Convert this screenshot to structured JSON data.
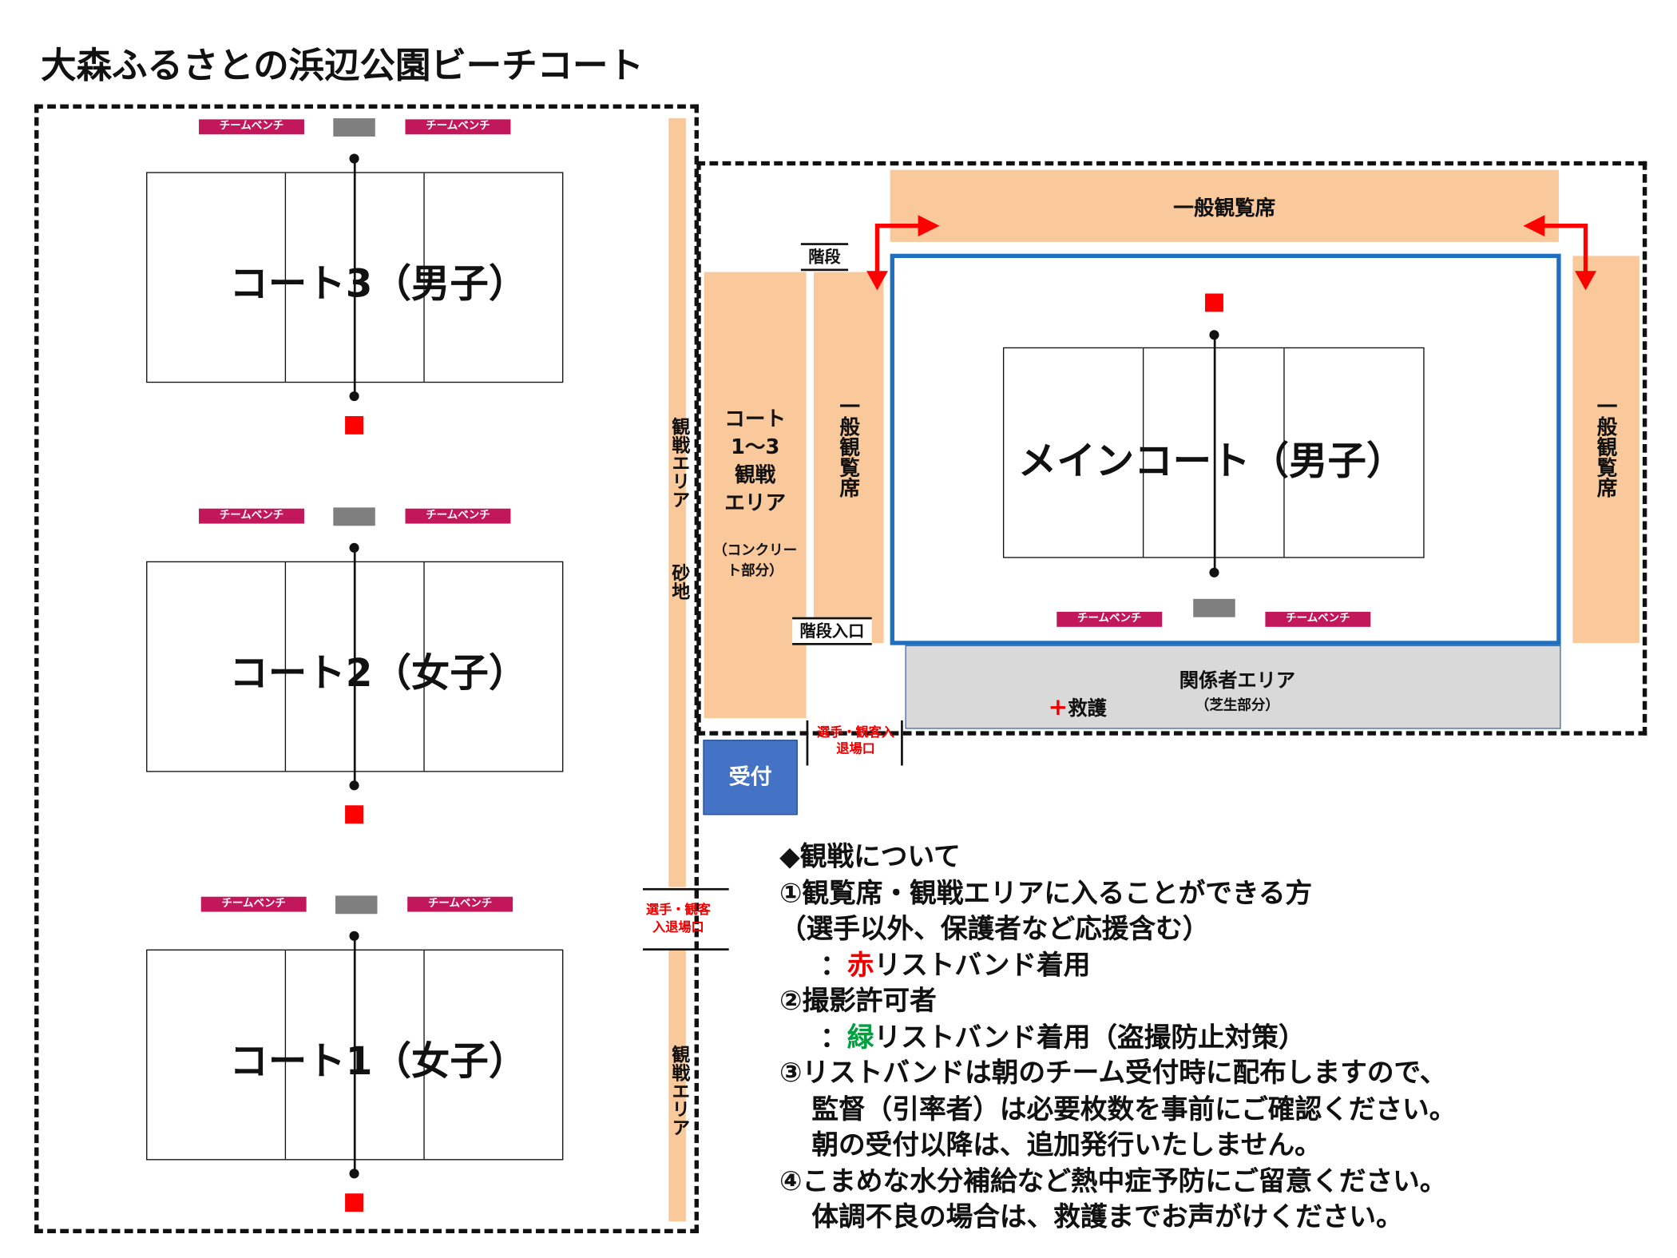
{
  "title": "大森ふるさとの浜辺公園ビーチコート",
  "team_bench": "チームベンチ",
  "courts": [
    {
      "label": "コート3（男子）"
    },
    {
      "label": "コート2（女子）"
    },
    {
      "label": "コート1（女子）"
    }
  ],
  "main_court": {
    "label": "メインコート（男子）"
  },
  "areas": {
    "sand_viewing": "観戦エリア",
    "sand": "砂地",
    "sand_viewing_lower": "観戦エリア",
    "entrance": "選手・観客入退場口",
    "entrance_left": "選手・観客入退場口",
    "court_viewing_1": "コート",
    "court_viewing_2": "1〜3",
    "court_viewing_3": "観戦",
    "court_viewing_4": "エリア",
    "concrete": "（コンクリート部分）",
    "general_seats_top": "一般観覧席",
    "general_seats_left": "一般観覧席",
    "general_seats_right": "一般観覧席",
    "stairs": "階段",
    "stairs_entrance": "階段入口",
    "staff_area": "関係者エリア",
    "lawn": "（芝生部分）",
    "first_aid": "救護",
    "reception": "受付"
  },
  "notes": {
    "heading": "◆観戦について",
    "l1": "①観覧席・観戦エリアに入ることができる方",
    "l2": "（選手以外、保護者など応援含む）",
    "l3_pre": "：",
    "l3_color": "赤",
    "l3_post": "リストバンド着用",
    "l4": "②撮影許可者",
    "l5_pre": "：",
    "l5_color": "緑",
    "l5_post": "リストバンド着用（盗撮防止対策）",
    "l6": "③リストバンドは朝のチーム受付時に配布しますので、",
    "l7": "監督（引率者）は必要枚数を事前にご確認ください。",
    "l8": "朝の受付以降は、追加発行いたしません。",
    "l9": "④こまめな水分補給など熱中症予防にご留意ください。",
    "l10": "体調不良の場合は、救護までお声がけください。"
  },
  "colors": {
    "red": "#e60000",
    "green": "#00a040",
    "blue_border": "#1f6fbf",
    "reception": "#4472c4"
  }
}
